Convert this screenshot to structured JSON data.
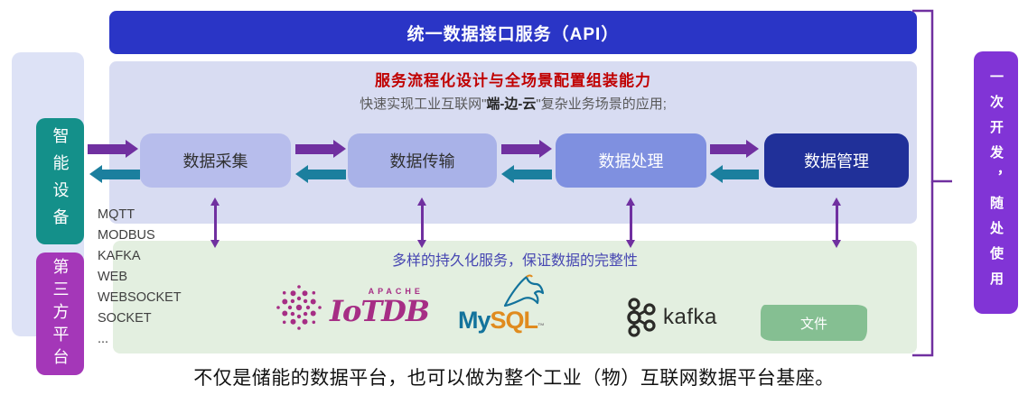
{
  "api_banner": {
    "label": "统一数据接口服务（API）"
  },
  "middle_panel": {
    "title": "服务流程化设计与全场景配置组装能力",
    "subtitle_prefix": "快速实现工业互联网\"",
    "subtitle_em": "端-边-云",
    "subtitle_suffix": "\"复杂业务场景的应用;",
    "boxes": [
      {
        "label": "数据采集"
      },
      {
        "label": "数据传输"
      },
      {
        "label": "数据处理"
      },
      {
        "label": "数据管理"
      }
    ]
  },
  "left_panel": {
    "smart_device": "智能设备",
    "third_party": "第三方平台"
  },
  "protocols": [
    "MQTT",
    "MODBUS",
    "KAFKA",
    "WEB",
    "WEBSOCKET",
    "SOCKET",
    "..."
  ],
  "storage_panel": {
    "caption": "多样的持久化服务，保证数据的完整性",
    "logos": {
      "iotdb_apache": "APACHE",
      "iotdb_name": "IoTDB",
      "mysql_my": "My",
      "mysql_sql": "SQL",
      "mysql_tm": "™",
      "kafka_name": "kafka",
      "file_label": "文件"
    }
  },
  "right_note": {
    "label": "一次开发，随处使用"
  },
  "footer": {
    "caption": "不仅是储能的数据平台，也可以做为整个工业（物）互联网数据平台基座。"
  },
  "colors": {
    "banner_blue": "#2a35c6",
    "panel_lavender": "#d8dcf2",
    "left_container_lavender": "#dde2f6",
    "title_red": "#c00000",
    "box_collect": "#b7bdec",
    "box_transfer": "#a9b2e8",
    "box_process": "#7f90e0",
    "box_manage": "#203099",
    "smart_device_teal": "#14908a",
    "third_party_magenta": "#a437b8",
    "arrow_purple": "#7030a0",
    "arrow_teal": "#1b7f9e",
    "storage_green": "#e3efe0",
    "storage_caption_blue": "#4747b2",
    "file_green": "#85bf92",
    "right_note_purple": "#8134d6",
    "iotdb_magenta": "#a62e85",
    "mysql_blue": "#13739c",
    "mysql_orange": "#e08b1e",
    "kafka_black": "#2b2b28"
  }
}
